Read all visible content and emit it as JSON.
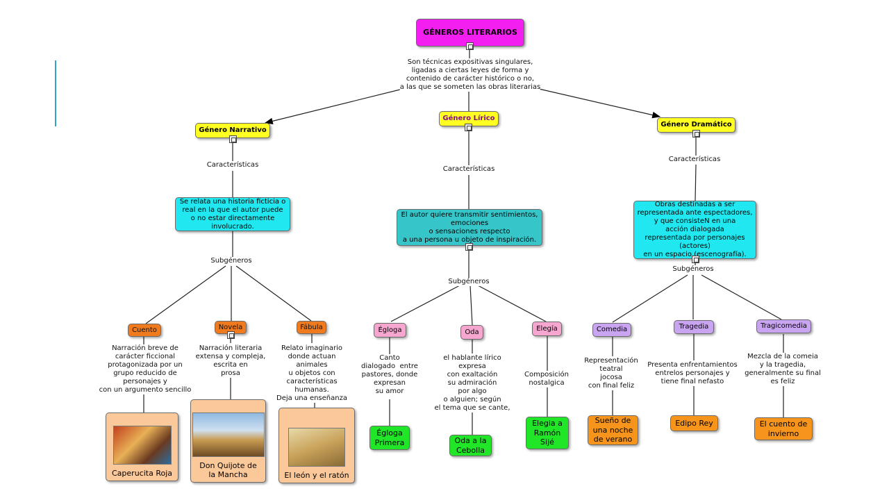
{
  "root": {
    "title": "GÉNEROS LITERARIOS",
    "description": "Son técnicas expositivas singulares,\nligadas a ciertas leyes de forma y\ncontenido de carácter histórico o no,\na las que se someten las obras literarias"
  },
  "narrativo": {
    "title": "Género Narrativo",
    "characteristics_label": "Características",
    "description": "Se relata una historia ficticia o\nreal en la que el autor puede\no no estar directamente\ninvolucrado.",
    "subgenres_label": "Subgéneros",
    "cuento": {
      "label": "Cuento",
      "description": "Narración breve de\ncarácter ficcional\nprotagonizada por un\ngrupo reducido de\npersonajes y\ncon un argumento sencillo",
      "example": "Caperucita Roja"
    },
    "novela": {
      "label": "Novela",
      "description": "Narración literaria\nextensa y compleja,\nescrita en\nprosa",
      "example": "Don Quijote de\nla Mancha"
    },
    "fabula": {
      "label": "Fábula",
      "description": "Relato imaginario\ndonde actuan\nanimales\nu objetos con\ncaracterísticas\nhumanas.\nDeja una enseñanza",
      "example": "El león y el ratón"
    }
  },
  "lirico": {
    "title": "Género Lírico",
    "characteristics_label": "Características",
    "description": "El autor quiere transmitir sentimientos,\nemociones\no sensaciones respecto\na una persona u objeto de inspiración.",
    "subgenres_label": "Subgéneros",
    "egloga": {
      "label": "Égloga",
      "description": "Canto\ndialogado  entre\npastores, donde\nexpresan\nsu amor",
      "example": "Égloga\nPrimera"
    },
    "oda": {
      "label": "Oda",
      "description": "el hablante lírico\nexpresa\ncon exaltación\nsu admiración\npor algo\no alguien; según\nel tema que se cante,",
      "example": "Oda a la\nCebolla"
    },
    "elegia": {
      "label": "Elegía",
      "description": "Composición\nnostalgica",
      "example": "Elegia a\nRamón\nSijé"
    }
  },
  "dramatico": {
    "title": "Género Dramático",
    "characteristics_label": "Características",
    "description": "Obras destinadas a ser\nrepresentada ante espectadores,\ny que consisteN en una\nacción dialogada\nrepresentada por personajes\n(actores)\nen un espacio (escenografía).",
    "subgenres_label": "Subgéneros",
    "comedia": {
      "label": "Comedia",
      "description": "Representación\nteatral\njocosa\ncon final feliz",
      "example": "Sueño de\nuna noche\nde verano"
    },
    "tragedia": {
      "label": "Tragedia",
      "description": "Presenta enfrentamientos\nentrelos personajes y\ntiene final nefasto",
      "example": "Edipo Rey"
    },
    "tragicomedia": {
      "label": "Tragicomedia",
      "description": "Mezcla de la comeia\ny la tragedia,\ngeneralmente su final\nes feliz",
      "example": "El cuento de\ninvierno"
    }
  },
  "colors": {
    "accent": "#2fa7c6",
    "root": "#f31ff0",
    "genre": "#ffff22",
    "description_box": "#21e8f0",
    "lirico_box": "#36c6c9",
    "cuento_box": "#f07a1e",
    "pink_box": "#f7a6d0",
    "purple_box": "#c9a5f1",
    "green_box": "#21e627",
    "orange_box": "#f6941c",
    "beige_box": "#fbc89a"
  }
}
